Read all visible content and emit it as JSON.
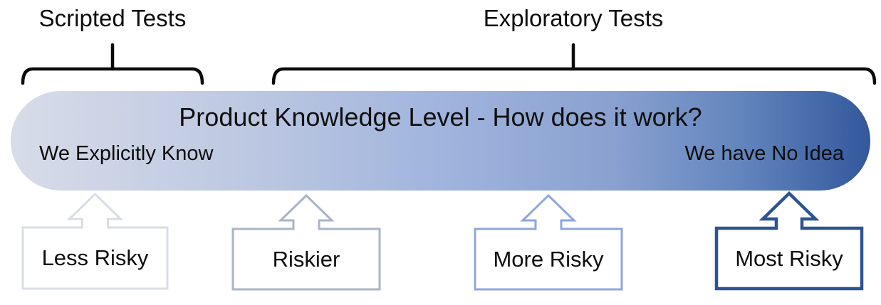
{
  "top_labels": {
    "scripted": "Scripted Tests",
    "exploratory": "Exploratory Tests"
  },
  "bar": {
    "title": "Product Knowledge Level - How does it work?",
    "left_label": "We Explicitly Know",
    "right_label": "We have No Idea",
    "gradient": [
      "#d7dce8",
      "#bac6e1",
      "#a0b4dd",
      "#8aa1d0",
      "#6285bd",
      "#33589c"
    ]
  },
  "brace_color": "#0a0a0a",
  "callouts": [
    {
      "label": "Less Risky",
      "color": "#d9dde7"
    },
    {
      "label": "Riskier",
      "color": "#aab4c8"
    },
    {
      "label": "More Risky",
      "color": "#8da7dd"
    },
    {
      "label": "Most Risky",
      "color": "#2e5394"
    }
  ]
}
